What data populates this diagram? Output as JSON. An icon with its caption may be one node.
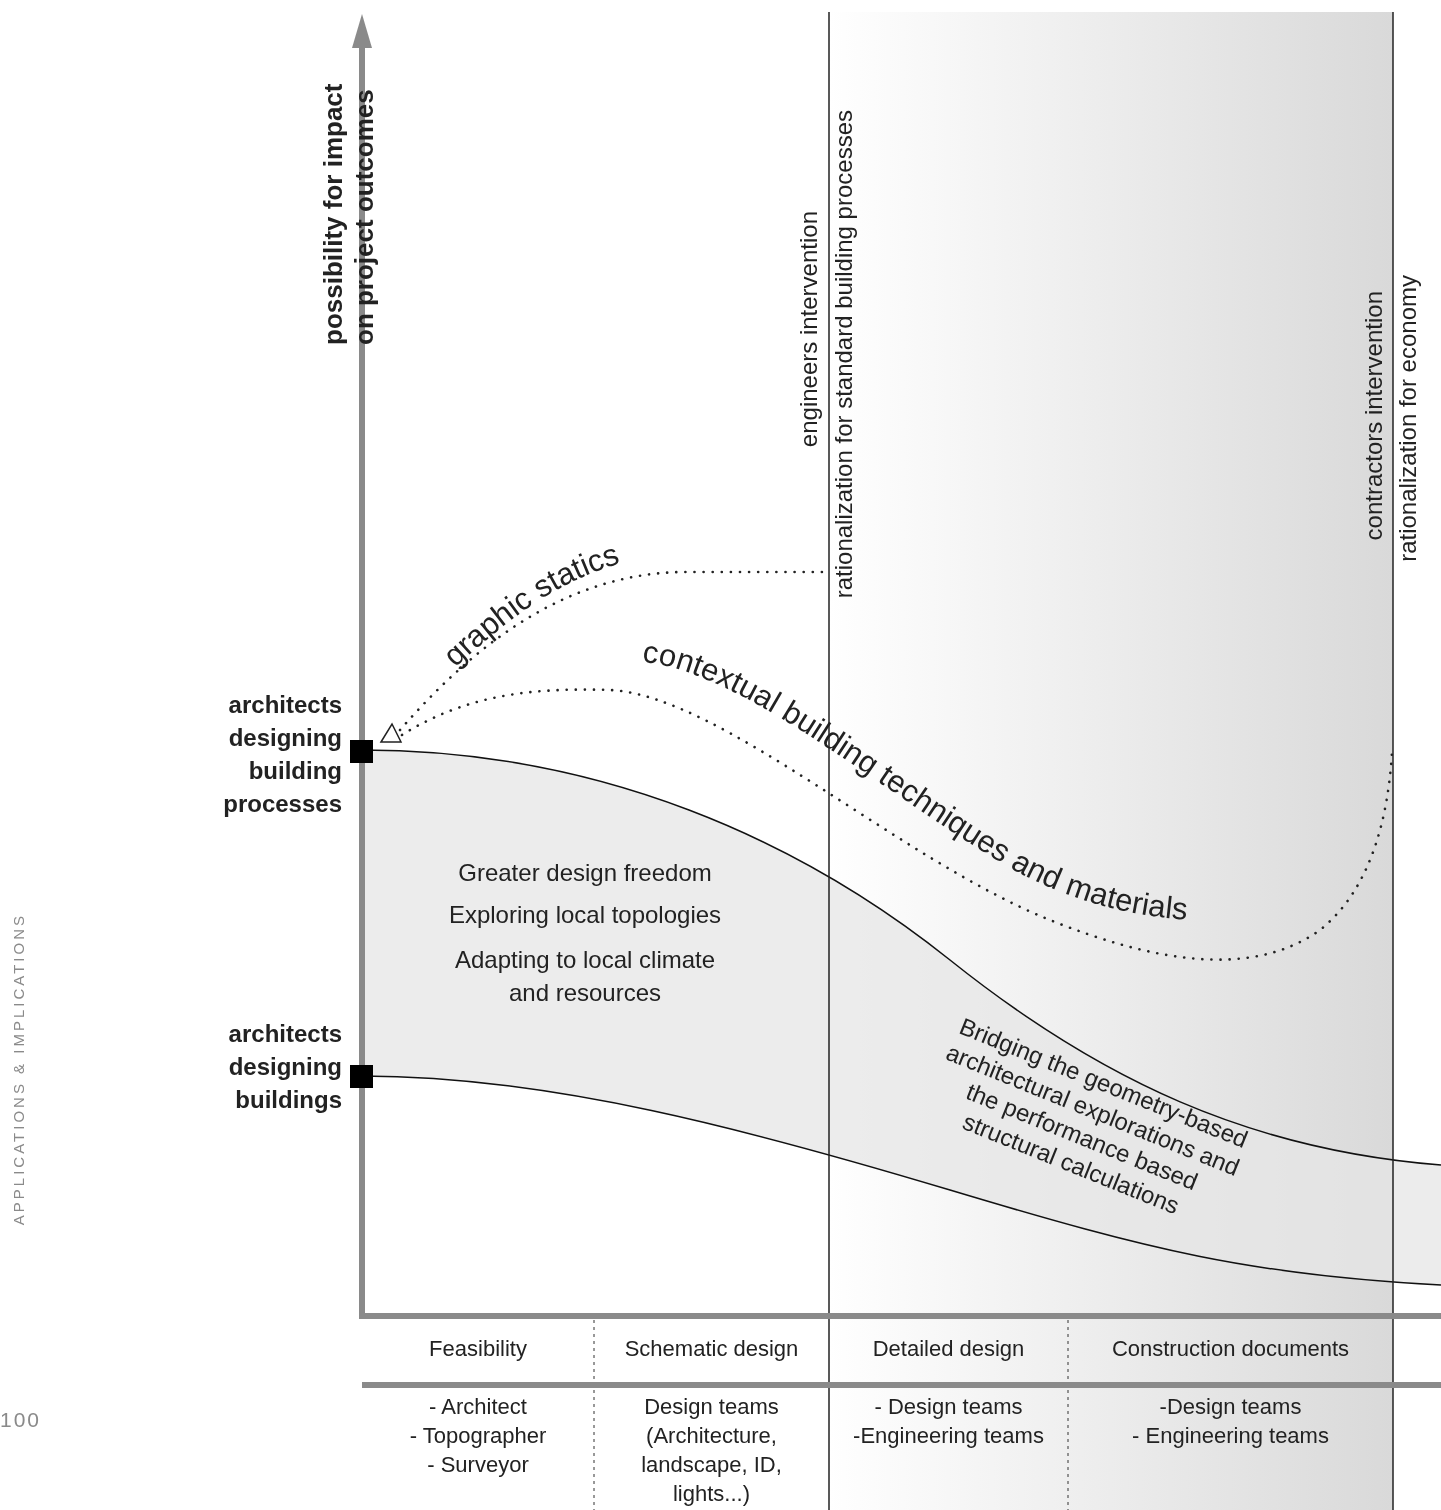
{
  "diagram": {
    "labels": [
      "possibility for impact on project outcomes",
      "engineers intervention",
      "rationalization for standard building processes",
      "contractors intervention",
      "rationalization for economy",
      "graphic statics",
      "contextual building techniques and materials",
      "architects designing building processes",
      "Greater design freedom",
      "Exploring local topologies",
      "Adapting to local climate and resources",
      "architects designing buildings",
      "Bridging the geometry-based architectural explorations and the performance based structural calculations",
      "APPLICATIONS & IMPLICATIONS",
      "Feasibility",
      "Schematic design",
      "Detailed design",
      "Construction documents",
      "- Architect",
      "- Topographer",
      "- Surveyor",
      "Design teams (Architecture, landscape, ID, lights...)",
      "- Design teams",
      "-Engineering teams",
      "-Design teams",
      "- Engineering teams",
      "100"
    ]
  }
}
